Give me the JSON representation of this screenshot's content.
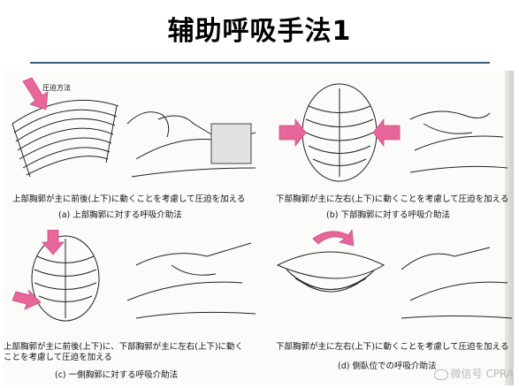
{
  "slide": {
    "title": "辅助呼吸手法1"
  },
  "panels": {
    "a": {
      "label": "圧迫方法",
      "description": "上部胸郭が主に前後(上下)に動くことを考慮して圧迫を加える",
      "caption": "(a) 上部胸郭に対する呼吸介助法"
    },
    "b": {
      "description": "下部胸郭が主に左右(上下)に動くことを考慮して圧迫を加える",
      "caption": "(b) 下部胸郭に対する呼吸介助法"
    },
    "c": {
      "description_line1": "上部胸郭が主に前後(上下)に、下部胸郭が主に左右(上下)に動く",
      "description_line2": "ことを考慮して圧迫を加える",
      "caption": "(c) 一側胸郭に対する呼吸介助法"
    },
    "d": {
      "description": "下部胸郭が主に左右(上下)に動くことを考慮して圧迫を加える",
      "caption": "(d) 側臥位での呼吸介助法"
    }
  },
  "watermark": {
    "text": "微信号 CPRA"
  },
  "colors": {
    "arrow": "#e8669a",
    "rule": "#3a5f7d"
  }
}
